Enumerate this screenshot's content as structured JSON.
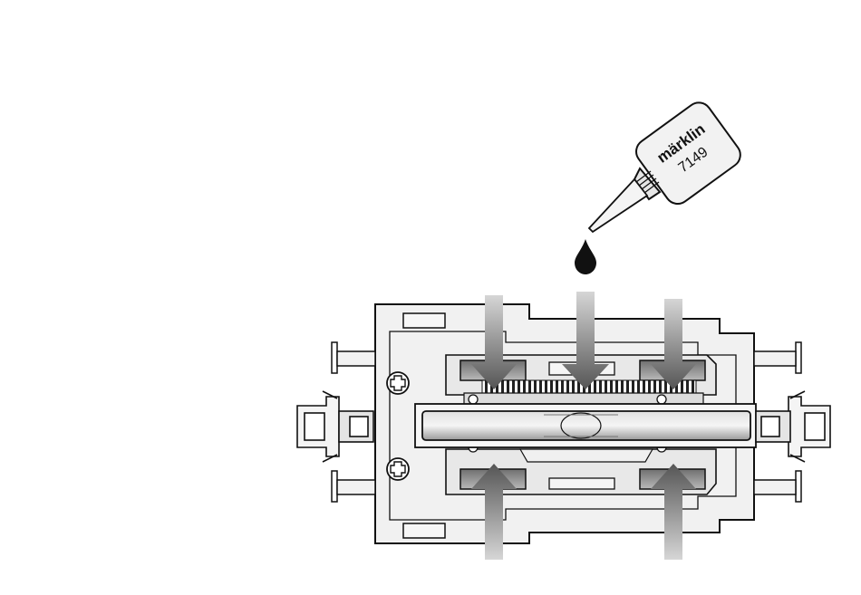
{
  "oil_bottle": {
    "brand": "märklin",
    "model": "7149"
  },
  "colors": {
    "outline": "#111111",
    "body_fill": "#e9e9e9",
    "light_fill": "#f4f4f4",
    "gear_dark": "#222222",
    "arrow_light": "#cfcfcf",
    "arrow_dark": "#5a5a5a"
  },
  "arrows": {
    "top_count": 3,
    "bottom_count": 2,
    "direction_top": "down",
    "direction_bottom": "up"
  }
}
